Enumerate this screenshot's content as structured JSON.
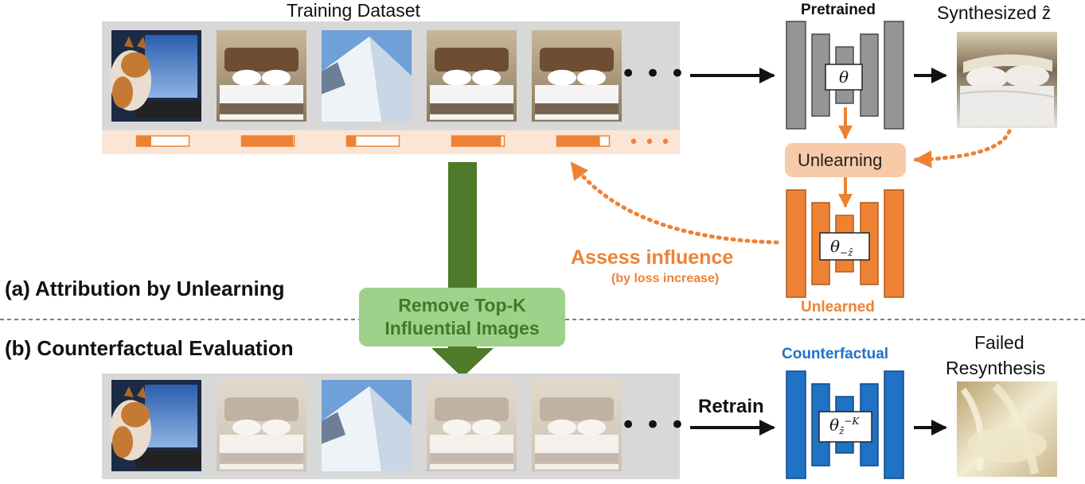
{
  "labels": {
    "training_dataset": "Training Dataset",
    "pretrained": "Pretrained",
    "synthesized": "Synthesized ẑ",
    "unlearning": "Unlearning",
    "unlearned": "Unlearned",
    "assess_influence": "Assess influence",
    "by_loss_increase": "(by loss increase)",
    "section_a": "(a) Attribution by Unlearning",
    "section_b": "(b) Counterfactual Evaluation",
    "remove_line1": "Remove Top-K",
    "remove_line2": "Influential Images",
    "retrain": "Retrain",
    "counterfactual": "Counterfactual",
    "failed_line1": "Failed",
    "failed_line2": "Resynthesis",
    "ellipsis": "• • •"
  },
  "math": {
    "theta": "θ",
    "theta_minus_z": "θ",
    "theta_minus_z_sub": "−ẑ",
    "theta_k": "θ",
    "theta_k_sub": "ẑ",
    "theta_k_sup": "−K"
  },
  "thumbnails": {
    "top": [
      "cat with laptop",
      "hotel bed",
      "snowy mountain ridge",
      "hotel bed",
      "hotel bed"
    ],
    "bottom": [
      "cat with laptop",
      "hotel bed (removed)",
      "snowy mountain ridge",
      "hotel bed (removed)",
      "hotel bed (removed)"
    ]
  },
  "influence_scores": [
    0.28,
    0.98,
    0.18,
    0.94,
    0.82
  ],
  "colors": {
    "gray": "#959595",
    "orange": "#ee8234",
    "blue": "#1f72c4",
    "green": "#4e7a2a",
    "light_green": "#9ed28a",
    "panel": "#d8d8d8",
    "score_band": "#fbe5d6",
    "unlearning_box": "#f7cba9"
  }
}
